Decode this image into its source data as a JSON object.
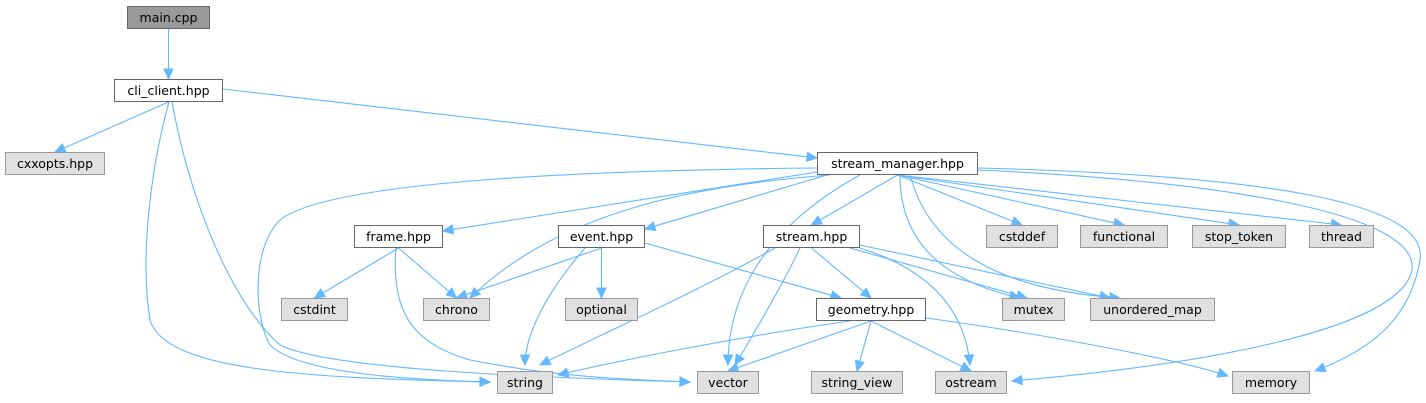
{
  "diagram": {
    "type": "include-dependency-graph",
    "colors": {
      "edge": "#63b8ff",
      "root_fill": "#999999",
      "local_fill": "#ffffff",
      "system_fill": "#e0e0e0"
    },
    "nodes": [
      {
        "id": "main_cpp",
        "label": "main.cpp",
        "kind": "root"
      },
      {
        "id": "cli_client_hpp",
        "label": "cli_client.hpp",
        "kind": "local"
      },
      {
        "id": "cxxopts_hpp",
        "label": "cxxopts.hpp",
        "kind": "system"
      },
      {
        "id": "stream_manager_hpp",
        "label": "stream_manager.hpp",
        "kind": "local"
      },
      {
        "id": "frame_hpp",
        "label": "frame.hpp",
        "kind": "local"
      },
      {
        "id": "event_hpp",
        "label": "event.hpp",
        "kind": "local"
      },
      {
        "id": "stream_hpp",
        "label": "stream.hpp",
        "kind": "local"
      },
      {
        "id": "cstddef",
        "label": "cstddef",
        "kind": "system"
      },
      {
        "id": "functional",
        "label": "functional",
        "kind": "system"
      },
      {
        "id": "stop_token",
        "label": "stop_token",
        "kind": "system"
      },
      {
        "id": "thread",
        "label": "thread",
        "kind": "system"
      },
      {
        "id": "cstdint",
        "label": "cstdint",
        "kind": "system"
      },
      {
        "id": "chrono",
        "label": "chrono",
        "kind": "system"
      },
      {
        "id": "optional",
        "label": "optional",
        "kind": "system"
      },
      {
        "id": "geometry_hpp",
        "label": "geometry.hpp",
        "kind": "local"
      },
      {
        "id": "mutex",
        "label": "mutex",
        "kind": "system"
      },
      {
        "id": "unordered_map",
        "label": "unordered_map",
        "kind": "system"
      },
      {
        "id": "string",
        "label": "string",
        "kind": "system"
      },
      {
        "id": "vector",
        "label": "vector",
        "kind": "system"
      },
      {
        "id": "string_view",
        "label": "string_view",
        "kind": "system"
      },
      {
        "id": "ostream",
        "label": "ostream",
        "kind": "system"
      },
      {
        "id": "memory",
        "label": "memory",
        "kind": "system"
      }
    ],
    "edges": [
      {
        "from": "main_cpp",
        "to": "cli_client_hpp"
      },
      {
        "from": "cli_client_hpp",
        "to": "cxxopts_hpp"
      },
      {
        "from": "cli_client_hpp",
        "to": "stream_manager_hpp"
      },
      {
        "from": "cli_client_hpp",
        "to": "string"
      },
      {
        "from": "cli_client_hpp",
        "to": "vector"
      },
      {
        "from": "stream_manager_hpp",
        "to": "frame_hpp"
      },
      {
        "from": "stream_manager_hpp",
        "to": "event_hpp"
      },
      {
        "from": "stream_manager_hpp",
        "to": "stream_hpp"
      },
      {
        "from": "stream_manager_hpp",
        "to": "cstddef"
      },
      {
        "from": "stream_manager_hpp",
        "to": "functional"
      },
      {
        "from": "stream_manager_hpp",
        "to": "stop_token"
      },
      {
        "from": "stream_manager_hpp",
        "to": "thread"
      },
      {
        "from": "stream_manager_hpp",
        "to": "chrono"
      },
      {
        "from": "stream_manager_hpp",
        "to": "string"
      },
      {
        "from": "stream_manager_hpp",
        "to": "vector"
      },
      {
        "from": "stream_manager_hpp",
        "to": "mutex"
      },
      {
        "from": "stream_manager_hpp",
        "to": "unordered_map"
      },
      {
        "from": "stream_manager_hpp",
        "to": "ostream"
      },
      {
        "from": "stream_manager_hpp",
        "to": "memory"
      },
      {
        "from": "frame_hpp",
        "to": "cstdint"
      },
      {
        "from": "frame_hpp",
        "to": "chrono"
      },
      {
        "from": "frame_hpp",
        "to": "vector"
      },
      {
        "from": "event_hpp",
        "to": "chrono"
      },
      {
        "from": "event_hpp",
        "to": "optional"
      },
      {
        "from": "event_hpp",
        "to": "string"
      },
      {
        "from": "event_hpp",
        "to": "geometry_hpp"
      },
      {
        "from": "stream_hpp",
        "to": "geometry_hpp"
      },
      {
        "from": "stream_hpp",
        "to": "string"
      },
      {
        "from": "stream_hpp",
        "to": "vector"
      },
      {
        "from": "stream_hpp",
        "to": "mutex"
      },
      {
        "from": "stream_hpp",
        "to": "unordered_map"
      },
      {
        "from": "stream_hpp",
        "to": "ostream"
      },
      {
        "from": "geometry_hpp",
        "to": "string"
      },
      {
        "from": "geometry_hpp",
        "to": "vector"
      },
      {
        "from": "geometry_hpp",
        "to": "string_view"
      },
      {
        "from": "geometry_hpp",
        "to": "ostream"
      },
      {
        "from": "geometry_hpp",
        "to": "memory"
      }
    ]
  }
}
